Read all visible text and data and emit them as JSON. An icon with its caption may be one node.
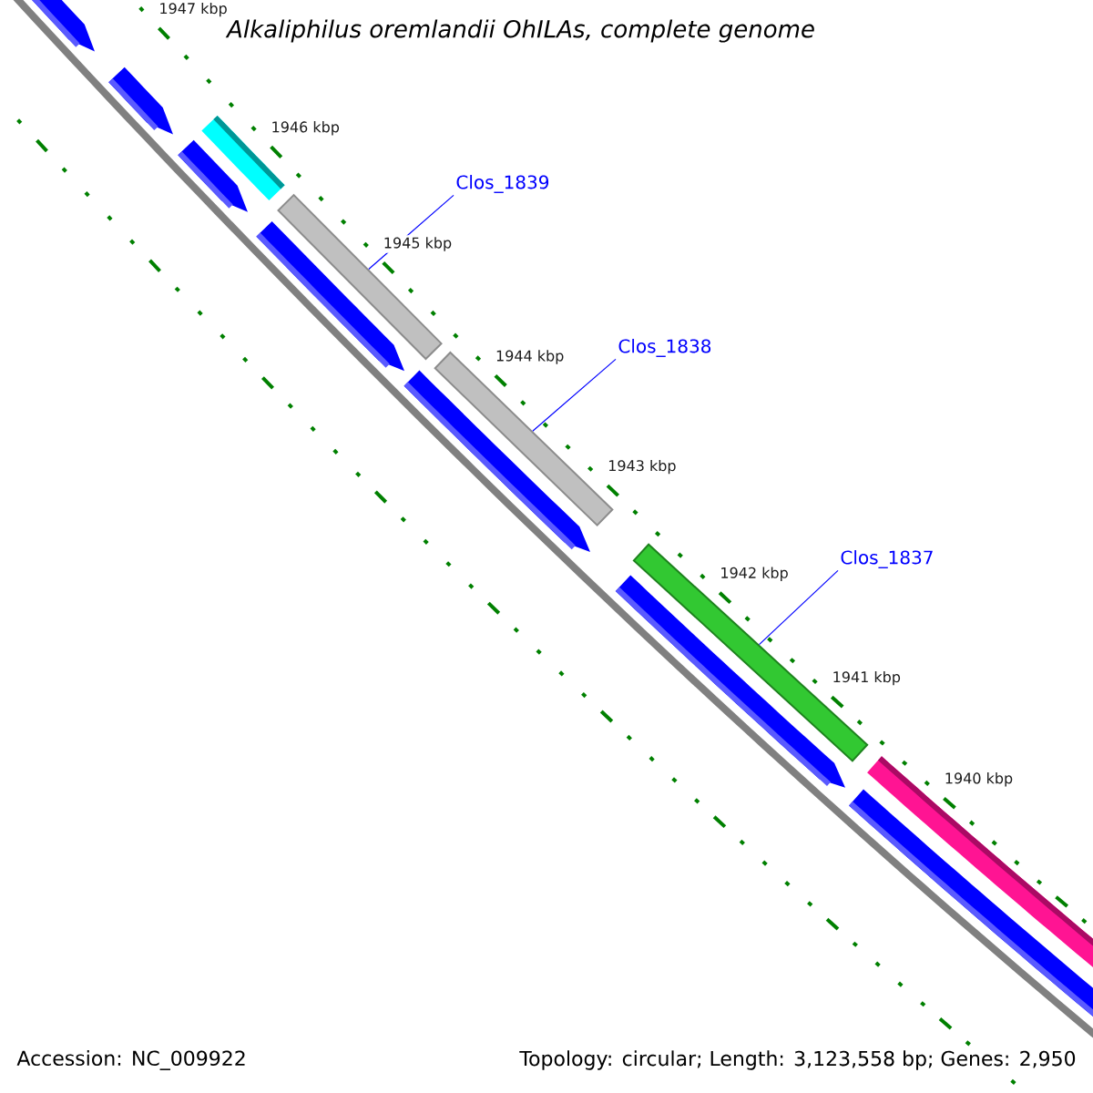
{
  "diagram": {
    "title": "Alkaliphilus oremlandii OhILAs, complete genome",
    "nodes": [
      {
        "text": [
          "Clos_1839"
        ]
      },
      {
        "text": [],
        "shape": "bar"
      },
      {
        "text": [
          "Clos_1838"
        ]
      },
      {
        "text": [],
        "shape": "bar"
      },
      {
        "text": [
          "Clos_1837"
        ]
      },
      {
        "text": [],
        "shape": "bar"
      }
    ],
    "edges": [
      {
        "from": 0,
        "to": 1,
        "arrow": "none"
      },
      {
        "from": 2,
        "to": 3,
        "arrow": "none"
      },
      {
        "from": 4,
        "to": 5,
        "arrow": "none"
      }
    ],
    "labels": [
      "1947 kbp",
      "1946 kbp",
      "1945 kbp",
      "1944 kbp",
      "1943 kbp",
      "1942 kbp",
      "1941 kbp",
      "1940 kbp",
      "Accession: NC_009922",
      "Topology: circular; Length: 3,123,558 bp; Genes: 2,950"
    ]
  }
}
